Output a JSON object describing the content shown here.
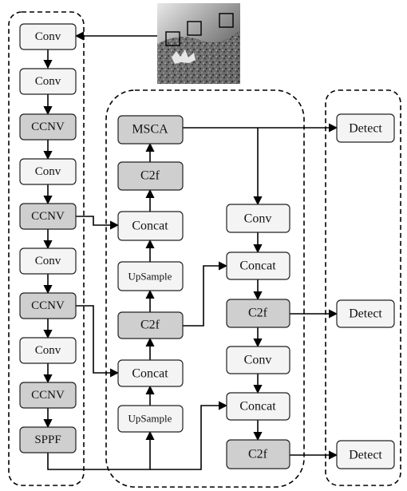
{
  "colors": {
    "light_fill": "#f4f4f4",
    "dark_fill": "#cfcfcf",
    "stroke": "#222222",
    "line": "#000000",
    "background": "#ffffff"
  },
  "input_image": {
    "description_icon": "aerial-image-icon"
  },
  "backbone": {
    "n0": "Conv",
    "n1": "Conv",
    "n2": "CCNV",
    "n3": "Conv",
    "n4": "CCNV",
    "n5": "Conv",
    "n6": "CCNV",
    "n7": "Conv",
    "n8": "CCNV",
    "n9": "SPPF"
  },
  "neck_left": {
    "msca": "MSCA",
    "c2f_top": "C2f",
    "concat_top": "Concat",
    "upsample_top": "UpSample",
    "c2f_mid": "C2f",
    "concat_bottom": "Concat",
    "upsample_bottom": "UpSample"
  },
  "neck_right": {
    "conv_top": "Conv",
    "concat_top": "Concat",
    "c2f_top": "C2f",
    "conv_bottom": "Conv",
    "concat_bottom": "Concat",
    "c2f_bottom": "C2f"
  },
  "head": {
    "detect_top": "Detect",
    "detect_mid": "Detect",
    "detect_bottom": "Detect"
  }
}
